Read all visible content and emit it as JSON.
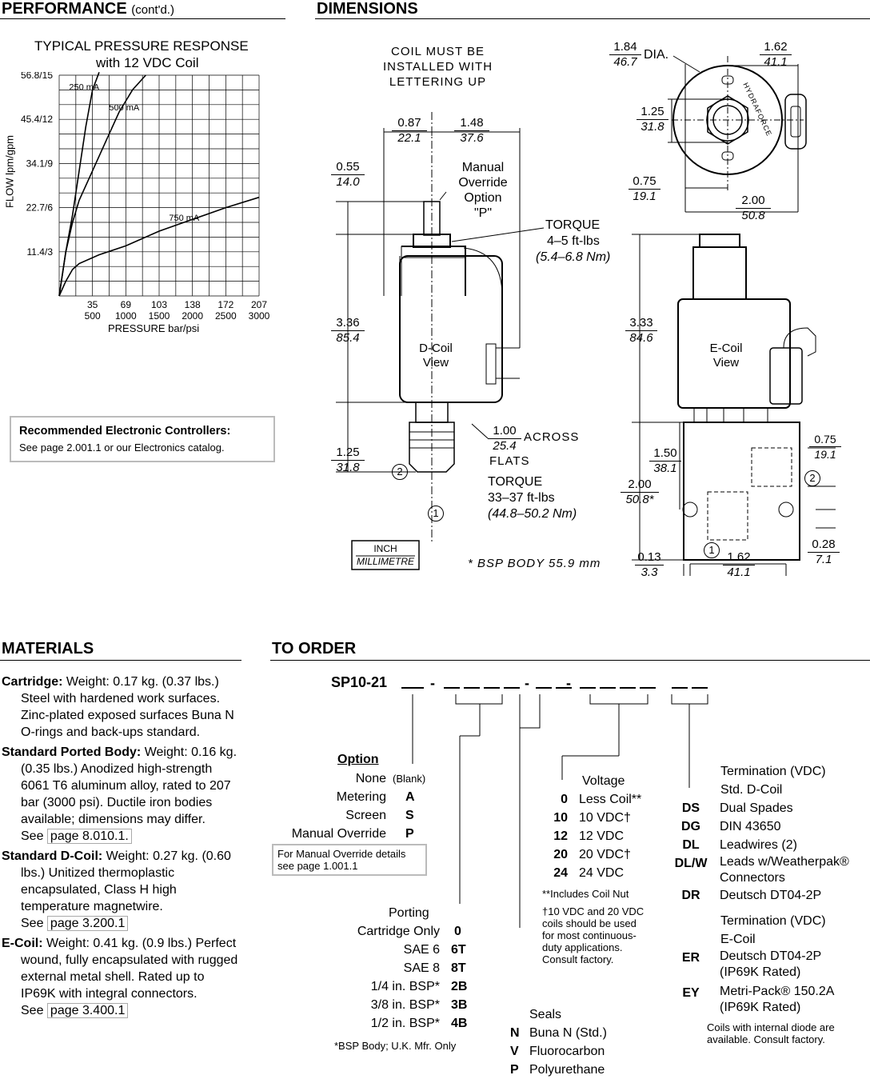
{
  "performance": {
    "title": "PERFORMANCE",
    "cont": "(cont'd.)"
  },
  "dimensions": {
    "title": "DIMENSIONS"
  },
  "chart_data": {
    "type": "line",
    "title": "TYPICAL PRESSURE RESPONSE",
    "subtitle": "with 12 VDC Coil",
    "ylabel": "FLOW lpm/gpm",
    "xlabel": "PRESSURE bar/psi",
    "x_ticks_bar": [
      "35",
      "69",
      "103",
      "138",
      "172",
      "207"
    ],
    "x_ticks_psi": [
      "500",
      "1000",
      "1500",
      "2000",
      "2500",
      "3000"
    ],
    "y_ticks": [
      "56.8/15",
      "45.4/12",
      "34.1/9",
      "22.7/6",
      "11.4/3"
    ],
    "xlim": [
      0,
      3000
    ],
    "ylim": [
      0,
      15
    ],
    "series": [
      {
        "name": "250 mA",
        "x": [
          0,
          100,
          200,
          300,
          400,
          500,
          600
        ],
        "y": [
          0,
          3,
          5.5,
          8.5,
          11.5,
          14,
          15.2
        ]
      },
      {
        "name": "500 mA",
        "x": [
          0,
          100,
          200,
          300,
          500,
          700,
          900,
          1100,
          1300
        ],
        "y": [
          0,
          3,
          5,
          6.5,
          8.5,
          10.5,
          12.5,
          14,
          15
        ]
      },
      {
        "name": "750 mA",
        "x": [
          0,
          100,
          200,
          300,
          600,
          1000,
          1500,
          2000,
          2500,
          3000
        ],
        "y": [
          0,
          1,
          1.8,
          2.2,
          2.8,
          3.4,
          4.4,
          5.2,
          6,
          6.7
        ]
      }
    ],
    "grid": true
  },
  "controllers": {
    "title": "Recommended Electronic Controllers:",
    "text": "See page 2.001.1 or our Electronics catalog."
  },
  "dims": {
    "coil_note": [
      "COIL MUST BE",
      "INSTALLED WITH",
      "LETTERING UP"
    ],
    "d087": [
      "0.87",
      "22.1"
    ],
    "d148": [
      "1.48",
      "37.6"
    ],
    "d055": [
      "0.55",
      "14.0"
    ],
    "manual": [
      "Manual",
      "Override",
      "Option",
      "\"P\""
    ],
    "torque1": [
      "TORQUE",
      "4–5 ft-lbs",
      "(5.4–6.8 Nm)"
    ],
    "d336": [
      "3.36",
      "85.4"
    ],
    "dcoil": [
      "D-Coil",
      "View"
    ],
    "d100": [
      "1.00",
      "25.4"
    ],
    "across": [
      "ACROSS",
      "FLATS"
    ],
    "torque2": [
      "TORQUE",
      "33–37 ft-lbs",
      "(44.8–50.2 Nm)"
    ],
    "d125": [
      "1.25",
      "31.8"
    ],
    "d184": [
      "1.84",
      "46.7"
    ],
    "dia": "DIA.",
    "d162a": [
      "1.62",
      "41.1"
    ],
    "d125b": [
      "1.25",
      "31.8"
    ],
    "d075": [
      "0.75",
      "19.1"
    ],
    "d200": [
      "2.00",
      "50.8"
    ],
    "hydraforce": "HYDRAFORCE",
    "d333": [
      "3.33",
      "84.6"
    ],
    "ecoil": [
      "E-Coil",
      "View"
    ],
    "d150": [
      "1.50",
      "38.1"
    ],
    "d0751": [
      "0.75",
      "19.1"
    ],
    "d200b": [
      "2.00",
      "50.8*"
    ],
    "d028": [
      "0.28",
      "7.1"
    ],
    "d013": [
      "0.13",
      "3.3"
    ],
    "d162b": [
      "1.62",
      "41.1"
    ],
    "legend_inch": "INCH",
    "legend_mm": "MILLIMETRE",
    "bsp_note": "* BSP BODY 55.9 mm",
    "c1": "1",
    "c2": "2"
  },
  "materials": {
    "title": "MATERIALS",
    "items": [
      {
        "label": "Cartridge:",
        "text": "Weight: 0.17 kg. (0.37 lbs.) Steel with hardened work surfaces. Zinc-plated exposed surfaces Buna N O-rings and back-ups standard.",
        "see": ""
      },
      {
        "label": "Standard Ported Body:",
        "text": "Weight: 0.16 kg. (0.35 lbs.) Anodized high-strength 6061 T6 aluminum alloy, rated to 207 bar (3000 psi). Ductile iron bodies available; dimensions may differ.",
        "see": "page 8.010.1."
      },
      {
        "label": "Standard D-Coil:",
        "text": "Weight: 0.27 kg. (0.60 lbs.) Unitized thermoplastic encapsulated, Class H high temperature magnetwire.",
        "see": "page 3.200.1"
      },
      {
        "label": "E-Coil:",
        "text": "Weight: 0.41 kg. (0.9 lbs.) Perfect wound, fully encapsulated with rugged external metal shell. Rated up to IP69K with integral connectors.",
        "see": "page 3.400.1"
      }
    ],
    "see_label": "See"
  },
  "order": {
    "title": "TO ORDER",
    "code": "SP10-21",
    "option": {
      "title": "Option",
      "rows": [
        [
          "None",
          "(Blank)"
        ],
        [
          "Metering",
          "A"
        ],
        [
          "Screen",
          "S"
        ],
        [
          "Manual Override",
          "P"
        ]
      ],
      "note": "For Manual Override details see page 1.001.1"
    },
    "porting": {
      "title": "Porting",
      "rows": [
        [
          "Cartridge Only",
          "0"
        ],
        [
          "SAE 6",
          "6T"
        ],
        [
          "SAE 8",
          "8T"
        ],
        [
          "1/4 in. BSP*",
          "2B"
        ],
        [
          "3/8 in. BSP*",
          "3B"
        ],
        [
          "1/2 in. BSP*",
          "4B"
        ]
      ],
      "note": "*BSP Body; U.K. Mfr. Only"
    },
    "voltage": {
      "title": "Voltage",
      "rows": [
        [
          "0",
          "Less Coil**"
        ],
        [
          "10",
          "10 VDC†"
        ],
        [
          "12",
          "12 VDC"
        ],
        [
          "20",
          "20 VDC†"
        ],
        [
          "24",
          "24 VDC"
        ]
      ],
      "note1": "**Includes Coil Nut",
      "note2": "†10 VDC and 20 VDC coils should be used for most continuous-duty applications. Consult factory."
    },
    "seals": {
      "title": "Seals",
      "rows": [
        [
          "N",
          "Buna N (Std.)"
        ],
        [
          "V",
          "Fluorocarbon"
        ],
        [
          "P",
          "Polyurethane"
        ]
      ]
    },
    "term_d": {
      "title1": "Termination (VDC)",
      "title2": "Std. D-Coil",
      "rows": [
        [
          "DS",
          "Dual Spades"
        ],
        [
          "DG",
          "DIN 43650"
        ],
        [
          "DL",
          "Leadwires (2)"
        ],
        [
          "DL/W",
          "Leads w/Weatherpak® Connectors"
        ],
        [
          "DR",
          "Deutsch DT04-2P"
        ]
      ]
    },
    "term_e": {
      "title1": "Termination (VDC)",
      "title2": "E-Coil",
      "rows": [
        [
          "ER",
          "Deutsch DT04-2P (IP69K Rated)"
        ],
        [
          "EY",
          "Metri-Pack® 150.2A (IP69K Rated)"
        ]
      ],
      "note": "Coils with internal diode are available. Consult factory."
    }
  }
}
